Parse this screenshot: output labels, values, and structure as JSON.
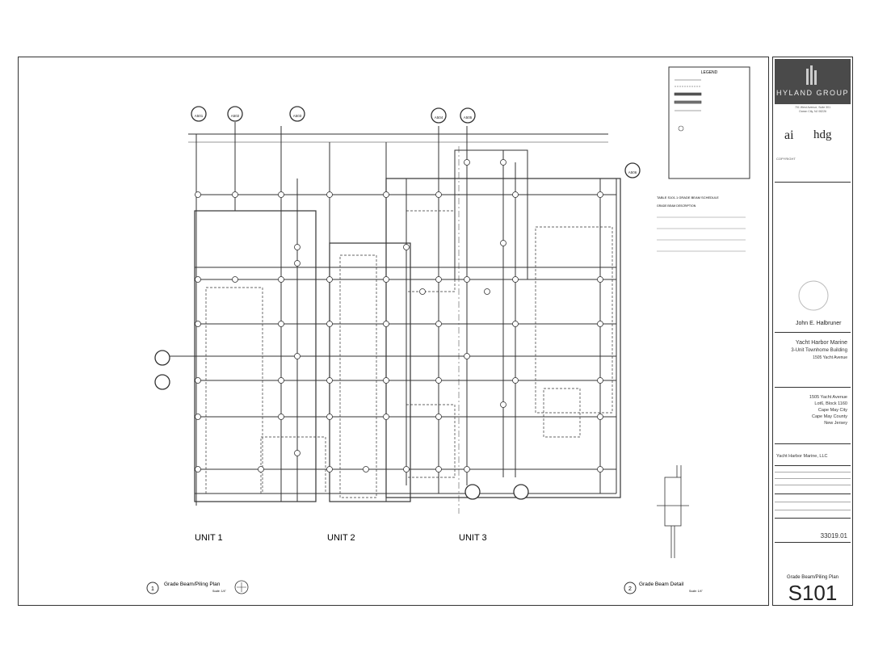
{
  "plan": {
    "units": [
      "UNIT 1",
      "UNIT 2",
      "UNIT 3"
    ],
    "title_num": "1",
    "title": "Grade Beam/Piling Plan",
    "detail_num": "2",
    "detail_title": "Grade Beam Detail",
    "scale_label": "Scale: 1/4\"",
    "legend_title": "LEGEND",
    "schedule_title": "TABLE S101.1 GRADE BEAM SCHEDULE",
    "schedule_heading": "GRADE BEAM DESCRIPTION",
    "section_tags": [
      "A501",
      "A502",
      "A503",
      "A504",
      "A505",
      "A506"
    ]
  },
  "titleblock": {
    "firm": "HYLAND GROUP",
    "firm_address": "701 West Avenue, Suite 301",
    "firm_city": "Ocean City, NJ 08226",
    "logo_a": "ai",
    "logo_b": "hdg",
    "copyright": "COPYRIGHT",
    "engineer": "John E. Halbruner",
    "project_line1": "Yacht Harbor Marine",
    "project_line2": "3-Unit Townhome Building",
    "project_line3": "1505 Yacht Avenue",
    "addr1": "1505 Yacht Avenue",
    "addr2": "Lot6, Block 1160",
    "addr3": "Cape May City",
    "addr4": "Cape May County",
    "addr5": "New Jersey",
    "client": "Yacht Harbor Marine, LLC",
    "job_number": "33019.01",
    "sheet_title": "Grade Beam/Piling Plan",
    "sheet_number": "S101"
  }
}
